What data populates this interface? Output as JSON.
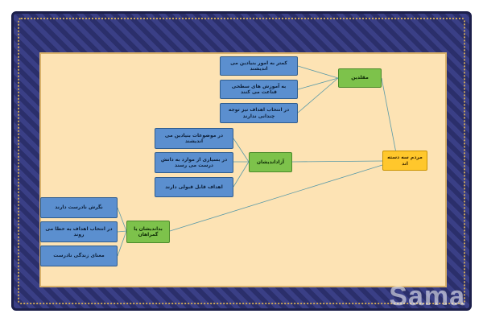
{
  "diagram": {
    "root": {
      "label": "مردم سه دسته اند"
    },
    "groups": [
      {
        "label": "مقلدین",
        "items": [
          "کمتر به امور بنیادین می اندیشند",
          "به آموزش های سطحی قناعت می کنند",
          "در انتخاب اهداف نیز توجه چندانی ندارند"
        ]
      },
      {
        "label": "آزاداندیشان",
        "items": [
          "در موضوعات بنیادین می اندیشند",
          "در بسیاری از موارد به دانش درست می رسند",
          "اهداف قابل قبولی دارند"
        ]
      },
      {
        "label": "بداندیشان یا گمراهان",
        "items": [
          "نگرش نادرست دارند",
          "در انتخاب اهداف به خطا می روند",
          "معنای زندگی نادرست"
        ]
      }
    ]
  },
  "colors": {
    "item_fill": "#5b8fcf",
    "group_fill": "#7dc24b",
    "root_fill": "#ffc72c",
    "background": "#fde3b4",
    "border_navy": "#2b2f6b"
  },
  "watermark": {
    "text": "Sama"
  }
}
